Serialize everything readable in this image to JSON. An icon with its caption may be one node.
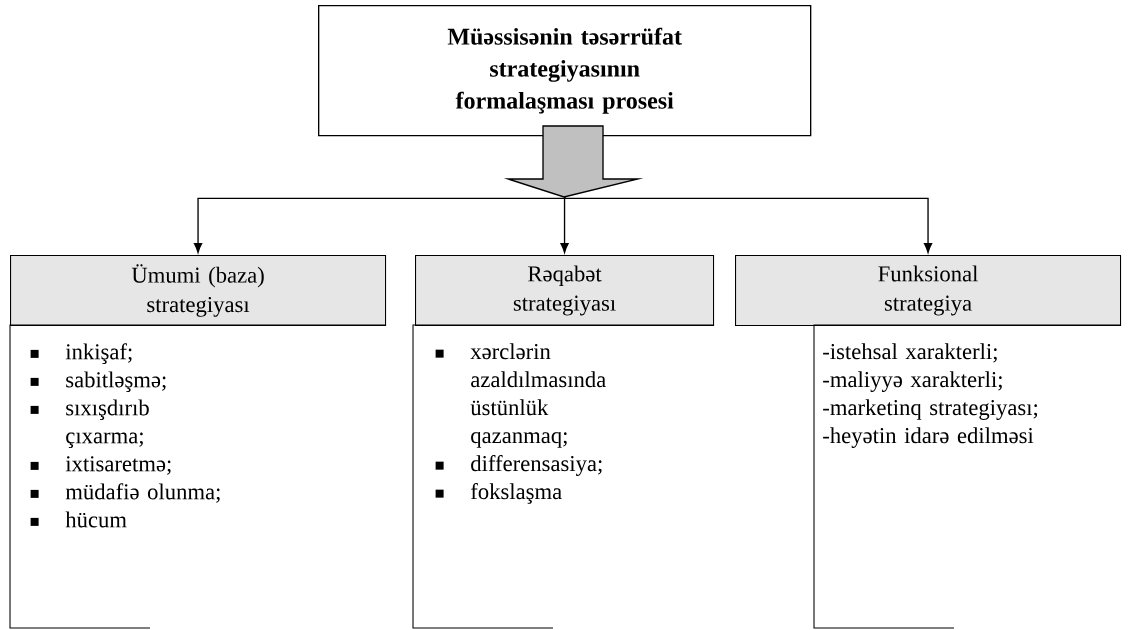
{
  "diagram": {
    "nodes": [
      {
        "text": [
          "Müəssisənin təsərrüfat strategiyasının formalaşması prosesi"
        ]
      },
      {
        "text": [
          "Ümumi (baza) strategiyası"
        ]
      },
      {
        "text": [
          "inkişaf;",
          "sabitləşmə;",
          "sıxışdırıb çıxarma;",
          "ixtisaretmə;",
          "müdafiə olunma;",
          "hücum"
        ]
      },
      {
        "text": [
          "Rəqabət strategiyası"
        ]
      },
      {
        "text": [
          "xərclərin azaldılmasında üstünlük qazanmaq;",
          "differensasiya;",
          "fokslaşma"
        ]
      },
      {
        "text": [
          "Funksional strategiya"
        ]
      },
      {
        "text": [
          "-istehsal xarakterli;",
          "-maliyyə xarakterli;",
          "-marketinq strategiyası;",
          "-heyətin idarə edilməsi"
        ]
      }
    ],
    "edges": [
      {
        "from": 0,
        "to": 1,
        "arrow": "to"
      },
      {
        "from": 0,
        "to": 3,
        "arrow": "to"
      },
      {
        "from": 0,
        "to": 5,
        "arrow": "to"
      }
    ]
  }
}
